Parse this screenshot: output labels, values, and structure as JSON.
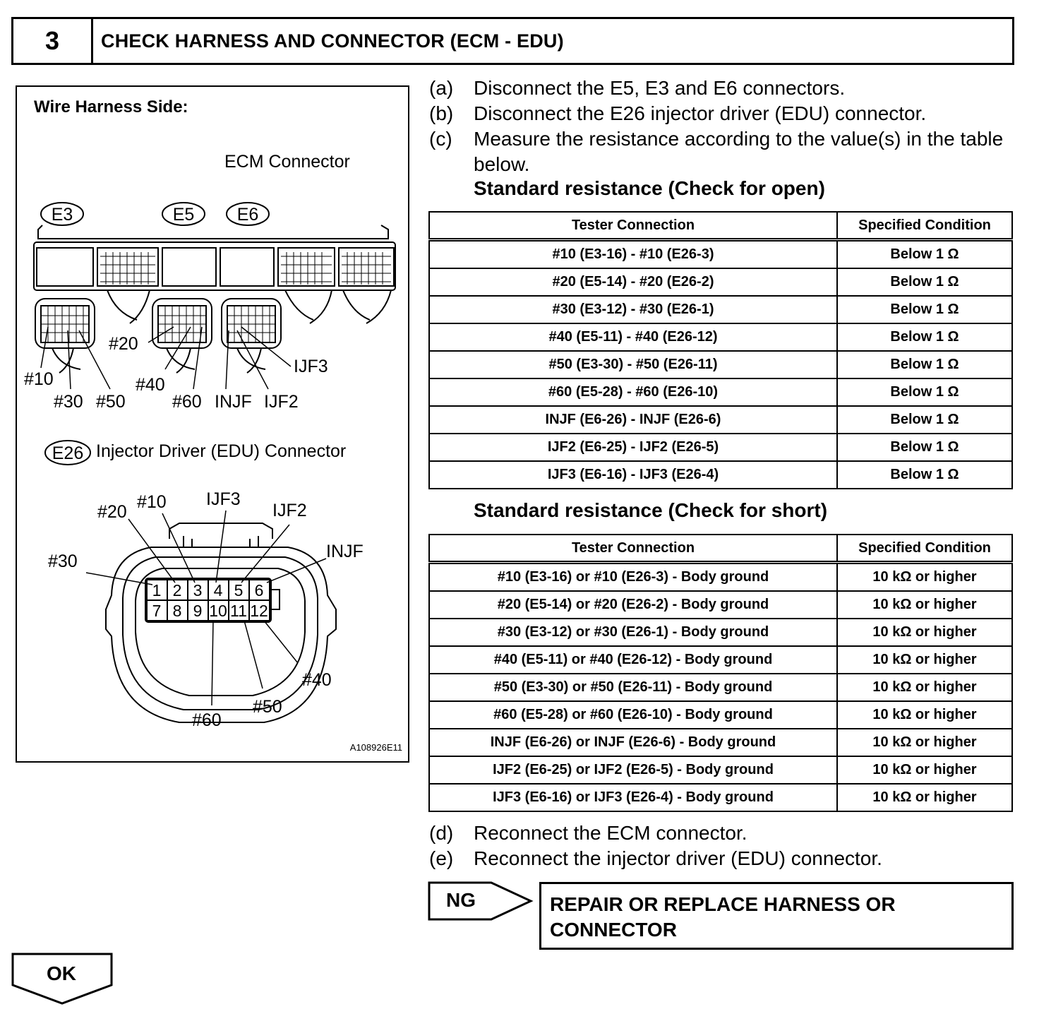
{
  "header": {
    "step_number": "3",
    "title": "CHECK HARNESS AND CONNECTOR (ECM - EDU)"
  },
  "figure": {
    "caption": "Wire Harness Side:",
    "ecm_connector_label": "ECM Connector",
    "connector_tags": {
      "e3": "E3",
      "e5": "E5",
      "e6": "E6",
      "e26": "E26"
    },
    "ecm_pin_labels": {
      "p10": "#10",
      "p20": "#20",
      "p30": "#30",
      "p40": "#40",
      "p50": "#50",
      "p60": "#60",
      "injf": "INJF",
      "ijf2": "IJF2",
      "ijf3": "IJF3"
    },
    "edu_connector_label": "Injector Driver (EDU) Connector",
    "edu_pin_labels": {
      "p10": "#10",
      "p20": "#20",
      "p30": "#30",
      "p40": "#40",
      "p50": "#50",
      "p60": "#60",
      "injf": "INJF",
      "ijf2": "IJF2",
      "ijf3": "IJF3"
    },
    "edu_terminals": [
      "1",
      "2",
      "3",
      "4",
      "5",
      "6",
      "7",
      "8",
      "9",
      "10",
      "11",
      "12"
    ],
    "figure_id": "A108926E11"
  },
  "steps": {
    "a": {
      "label": "(a)",
      "text": "Disconnect the E5, E3 and E6 connectors."
    },
    "b": {
      "label": "(b)",
      "text": "Disconnect the E26 injector driver (EDU) connector."
    },
    "c": {
      "label": "(c)",
      "text": "Measure the resistance according to the value(s) in the table below."
    },
    "d": {
      "label": "(d)",
      "text": "Reconnect the ECM connector."
    },
    "e": {
      "label": "(e)",
      "text": "Reconnect the injector driver (EDU) connector."
    }
  },
  "open_check": {
    "title": "Standard resistance (Check for open)",
    "headers": [
      "Tester Connection",
      "Specified Condition"
    ],
    "rows": [
      [
        "#10 (E3-16) - #10 (E26-3)",
        "Below 1 Ω"
      ],
      [
        "#20 (E5-14) - #20 (E26-2)",
        "Below 1 Ω"
      ],
      [
        "#30 (E3-12) - #30 (E26-1)",
        "Below 1 Ω"
      ],
      [
        "#40 (E5-11) - #40 (E26-12)",
        "Below 1 Ω"
      ],
      [
        "#50 (E3-30) - #50 (E26-11)",
        "Below 1 Ω"
      ],
      [
        "#60 (E5-28) - #60 (E26-10)",
        "Below 1 Ω"
      ],
      [
        "INJF (E6-26) - INJF (E26-6)",
        "Below 1 Ω"
      ],
      [
        "IJF2 (E6-25) - IJF2 (E26-5)",
        "Below 1 Ω"
      ],
      [
        "IJF3 (E6-16) - IJF3 (E26-4)",
        "Below 1 Ω"
      ]
    ]
  },
  "short_check": {
    "title": "Standard resistance (Check for short)",
    "headers": [
      "Tester Connection",
      "Specified Condition"
    ],
    "rows": [
      [
        "#10 (E3-16) or #10 (E26-3) - Body ground",
        "10 kΩ or higher"
      ],
      [
        "#20 (E5-14) or #20 (E26-2) - Body ground",
        "10 kΩ or higher"
      ],
      [
        "#30 (E3-12) or #30 (E26-1) - Body ground",
        "10 kΩ or higher"
      ],
      [
        "#40 (E5-11) or #40 (E26-12) - Body ground",
        "10 kΩ or higher"
      ],
      [
        "#50 (E3-30) or #50 (E26-11) - Body ground",
        "10 kΩ or higher"
      ],
      [
        "#60 (E5-28) or #60 (E26-10) - Body ground",
        "10 kΩ or higher"
      ],
      [
        "INJF (E6-26) or INJF (E26-6) - Body ground",
        "10 kΩ or higher"
      ],
      [
        "IJF2 (E6-25) or IJF2 (E26-5) - Body ground",
        "10 kΩ or higher"
      ],
      [
        "IJF3 (E6-16) or IJF3 (E26-4) - Body ground",
        "10 kΩ or higher"
      ]
    ]
  },
  "ng": {
    "label": "NG",
    "result_line1": "REPAIR OR REPLACE HARNESS OR",
    "result_line2": "CONNECTOR"
  },
  "ok": {
    "label": "OK"
  }
}
